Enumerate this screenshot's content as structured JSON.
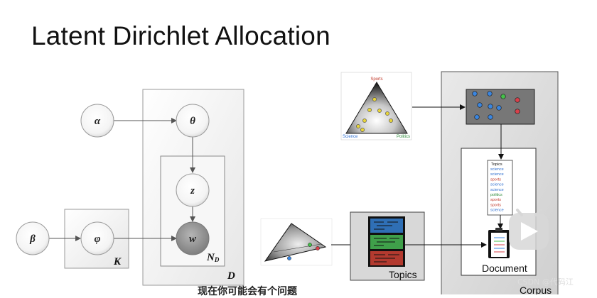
{
  "slide": {
    "title": "Latent Dirichlet Allocation",
    "subtitle_partial": "现在你可能会有个问题",
    "watermark": "CSDN @代码江"
  },
  "model": {
    "nodes": {
      "alpha": "α",
      "theta": "θ",
      "z": "z",
      "w": "w",
      "beta": "β",
      "phi": "φ"
    },
    "plates": {
      "document_plate": "D",
      "word_plate": "N",
      "word_plate_sub": "D",
      "topic_plate": "K"
    }
  },
  "simplex": {
    "vertex_top": "Sports",
    "vertex_left": "Science",
    "vertex_right": "Politics",
    "vertex_colors": {
      "top": "#c0392b",
      "left": "#2e6fd0",
      "right": "#2e8b3a"
    }
  },
  "topics_box": {
    "label": "Topics",
    "band_colors": [
      "#2f6fb5",
      "#3fa04a",
      "#b33a2f"
    ]
  },
  "corpus": {
    "label": "Corpus",
    "document_label": "Document",
    "topics_list_header": "Topics",
    "topics_list": [
      {
        "word": "science",
        "color": "#2e6fd0"
      },
      {
        "word": "science",
        "color": "#2e6fd0"
      },
      {
        "word": "sports",
        "color": "#c0392b"
      },
      {
        "word": "science",
        "color": "#2e6fd0"
      },
      {
        "word": "science",
        "color": "#2e6fd0"
      },
      {
        "word": "politics",
        "color": "#2e8b3a"
      },
      {
        "word": "sports",
        "color": "#c0392b"
      },
      {
        "word": "sports",
        "color": "#c0392b"
      },
      {
        "word": "science",
        "color": "#2e6fd0"
      }
    ],
    "dot_colors": {
      "science": "#3a86e0",
      "politics": "#45c04a",
      "sports": "#d8404a"
    }
  }
}
